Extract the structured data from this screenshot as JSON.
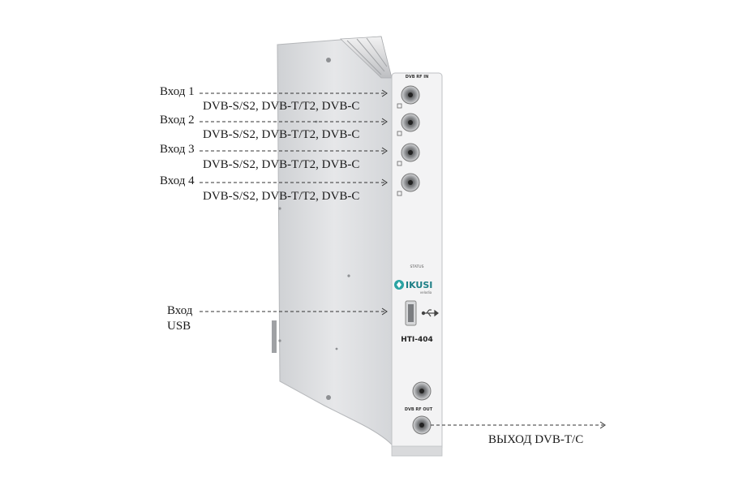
{
  "inputs": [
    {
      "label": "Вход 1",
      "formats": "DVB-S/S2, DVB-T/T2, DVB-C"
    },
    {
      "label": "Вход 2",
      "formats": "DVB-S/S2, DVB-T/T2, DVB-C"
    },
    {
      "label": "Вход 3",
      "formats": "DVB-S/S2, DVB-T/T2, DVB-C"
    },
    {
      "label": "Вход 4",
      "formats": "DVB-S/S2, DVB-T/T2, DVB-C"
    }
  ],
  "usb": {
    "label_line1": "Вход",
    "label_line2": "USB"
  },
  "output": {
    "label": "ВЫХОД  DVB-T/C"
  },
  "device": {
    "rf_in_label": "DVB RF IN",
    "rf_out_label": "DVB RF OUT",
    "status_label": "STATUS",
    "brand": "IKUSI",
    "brand_sub": "velodia",
    "model": "HTI-404"
  },
  "colors": {
    "brand": "#2aa3a3",
    "body": "#e3e4e6",
    "panel": "#f4f4f4",
    "arrow": "#333333"
  }
}
